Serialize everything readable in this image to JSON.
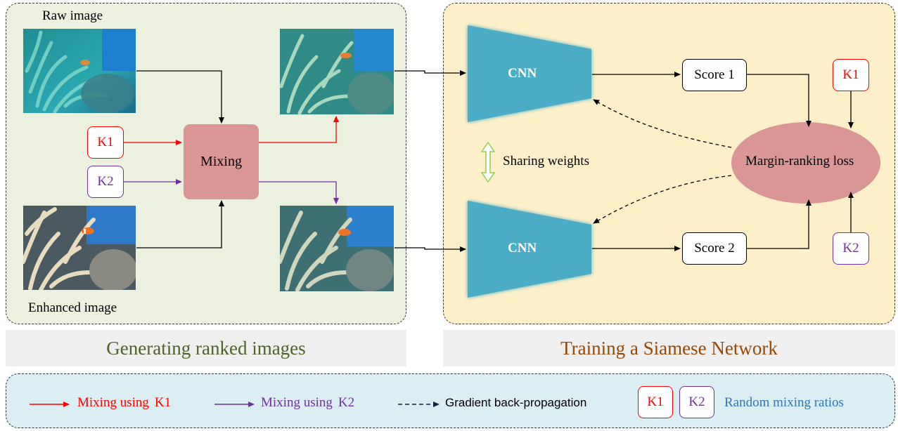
{
  "left_panel": {
    "raw_label": "Raw image",
    "enhanced_label": "Enhanced image",
    "mixing_label": "Mixing",
    "k1_label": "K1",
    "k2_label": "K2",
    "caption": "Generating ranked images"
  },
  "right_panel": {
    "cnn_top_label": "CNN",
    "cnn_bottom_label": "CNN",
    "score1_label": "Score 1",
    "score2_label": "Score 2",
    "sharing_label": "Sharing weights",
    "loss_label": "Margin-ranking loss",
    "k1_label": "K1",
    "k2_label": "K2",
    "caption": "Training a Siamese Network"
  },
  "legend": {
    "mix_k1_prefix": "Mixing using",
    "mix_k1_key": "K1",
    "mix_k2_prefix": "Mixing using",
    "mix_k2_key": "K2",
    "gradient": "Gradient back-propagation",
    "k1_box": "K1",
    "k2_box": "K2",
    "ratios": "Random mixing ratios"
  },
  "colors": {
    "left_panel_bg": "#ebf1de",
    "right_panel_bg": "#fdf0c8",
    "legend_bg": "#dbeef3",
    "mixing_fill": "#d99694",
    "loss_fill": "#d99694",
    "cnn_fill": "#4bacc6",
    "red": "#ff0000",
    "purple": "#7030a0",
    "dark_navy": "#0f243e",
    "left_caption": "#4f6228",
    "right_caption": "#984806",
    "ratios_text": "#2e75b6",
    "sharing_arrow": "#92d050"
  },
  "icons": {
    "raw_image": "underwater-raw-photo",
    "enhanced_image": "underwater-enhanced-photo",
    "mixed_top": "underwater-mixed-photo",
    "mixed_bottom": "underwater-mixed-photo",
    "sharing": "double-arrow-icon"
  }
}
